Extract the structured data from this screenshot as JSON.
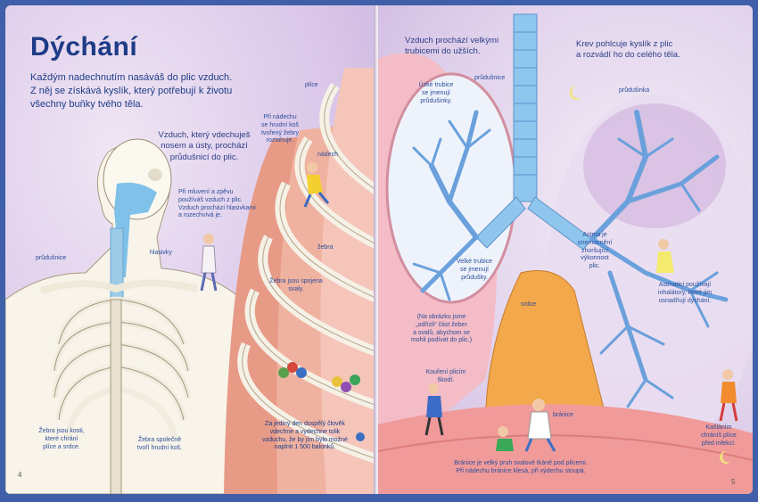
{
  "title": "Dýchání",
  "intro": [
    "Každým nadechnutím nasáváš do plic vzduch.",
    "Z něj se získává kyslík, který potřebují k životu",
    "všechny buňky tvého těla."
  ],
  "left_page": {
    "breath_text": [
      "Vzduch, který vdechuješ",
      "nosem a ústy, prochází",
      "průdušnicí do plic."
    ],
    "singer_note": [
      "Při mluvení a zpěvu",
      "používáš vzduch z plic.",
      "Vzduch prochází hlasivkami",
      "a rozechvívá je."
    ],
    "ribs_expand": [
      "Při nádechu",
      "se hrudní koš",
      "tvořený žebry",
      "roztahuje."
    ],
    "label_plice": "plíce",
    "label_nadech": "nádech",
    "label_zebra": "žebra",
    "label_muscles": [
      "Žebra jsou spojena",
      "svaly."
    ],
    "label_prudusnice": "průdušnice",
    "label_hlasivky": "hlasivky",
    "label_ribs_protect": [
      "Žebra jsou kosti,",
      "které chrání",
      "plíce a srdce."
    ],
    "label_rib_cage": [
      "Žebra společně",
      "tvoří hrudní koš."
    ],
    "balloons": [
      "Za jediný den dospělý člověk",
      "vdechne a vydechne tolik",
      "vzduchu, že by jím bylo možné",
      "naplnit 1 500 balonků."
    ],
    "page_number": "4"
  },
  "right_page": {
    "airways": [
      "Vzduch prochází velkými",
      "trubicemi do užších."
    ],
    "label_prudusnice": "průdušnice",
    "small_tubes": [
      "Úzké trubice",
      "se jmenují",
      "průdušinky."
    ],
    "large_tubes": [
      "Velké trubice",
      "se jmenují",
      "průdušky."
    ],
    "removed_part": [
      "(Na obrázku jsme",
      "„odřízli“ část žeber",
      "a svalů, abychom se",
      "mohli podívat do plic.)"
    ],
    "smoking": [
      "Kouření plicím",
      "škodí."
    ],
    "label_srdce": "srdce",
    "label_branice": "bránice",
    "diaphragm": [
      "Bránice je velký pruh svalové tkáně pod plícemi.",
      "Při nádechu bránice klesá, při výdechu stoupá."
    ],
    "blood": [
      "Krev pohlcuje kyslík z plic",
      "a rozvádí ho do celého těla."
    ],
    "label_prudusinka": "průdušinka",
    "asthma": [
      "Astma je",
      "onemocnění",
      "zhoršující",
      "výkonnost",
      "plic."
    ],
    "inhaler": [
      "Astmatici používají",
      "inhalátory, které jim",
      "usnadňují dýchání."
    ],
    "cough": [
      "Kašláním",
      "chráníš plíce",
      "před infekcí."
    ],
    "page_number": "5"
  },
  "colors": {
    "title": "#1d3b86",
    "text": "#2c3e86",
    "tree": "#5f8fd0",
    "muscle": "#e59b86",
    "heart": "#f0a548"
  }
}
